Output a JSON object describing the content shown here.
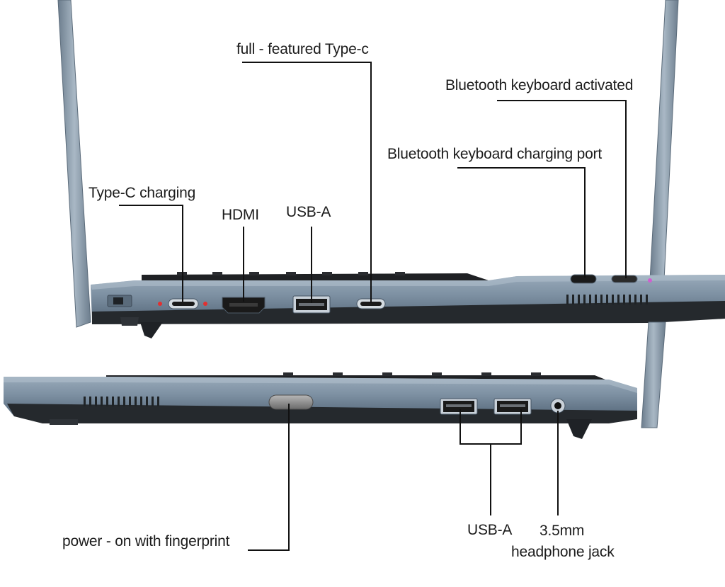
{
  "labels": {
    "type_c_charging": "Type-C charging",
    "hdmi": "HDMI",
    "usb_a_top": "USB-A",
    "full_featured_type_c": "full - featured Type-c",
    "bt_keyboard_activated": "Bluetooth keyboard activated",
    "bt_keyboard_charging_port": "Bluetooth keyboard charging port",
    "power_fingerprint": "power - on with fingerprint",
    "usb_a_bottom": "USB-A",
    "headphone_line1": "3.5mm",
    "headphone_line2": "headphone jack"
  },
  "colors": {
    "chassis_top": "#8a9bac",
    "chassis_mid": "#6f8293",
    "chassis_dark": "#2b2f33",
    "keyboard_black": "#1d1f22",
    "screen_frame": "#9aa9b7",
    "port_dark": "#1a1a1a",
    "indicator_red": "#e23030",
    "indicator_pink": "#d060d0",
    "callout": "#111111",
    "text": "#1c1c1c"
  }
}
